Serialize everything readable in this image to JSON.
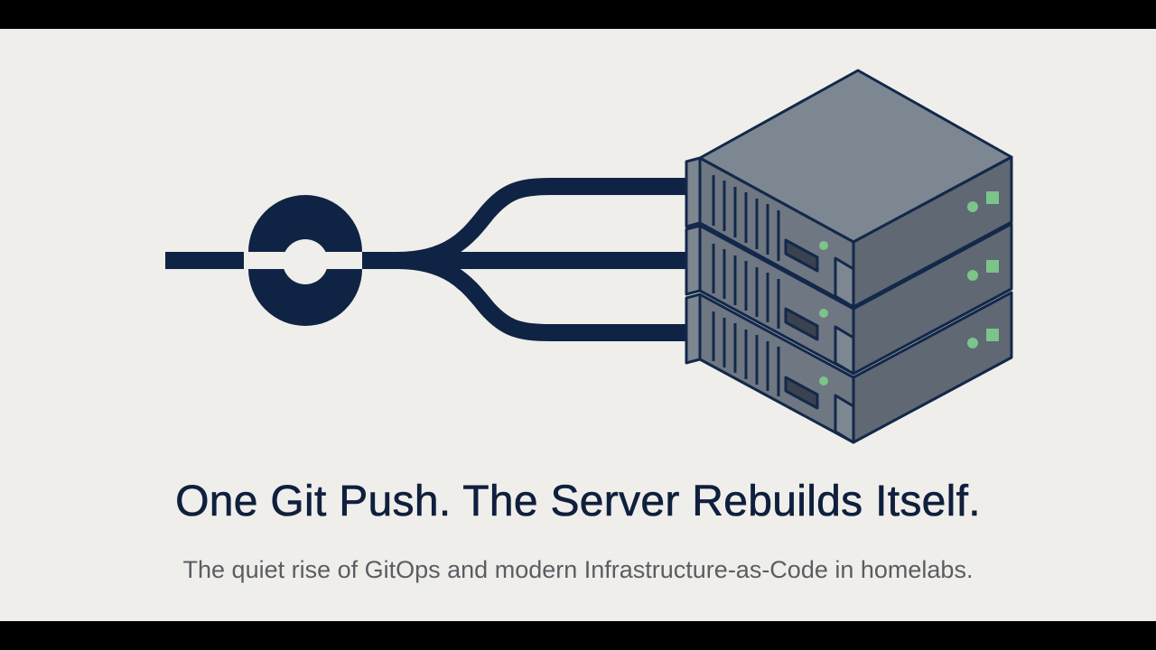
{
  "title": "One Git Push. The Server Rebuilds Itself.",
  "subtitle": "The quiet rise of GitOps and modern Infrastructure-as-Code in homelabs.",
  "illustration": {
    "icons": [
      "git-commit-icon",
      "branch-lines",
      "server-rack-icon"
    ],
    "server_count": 3
  },
  "colors": {
    "background": "#efeeea",
    "navy": "#0f2344",
    "server_top": "#7d8792",
    "server_front": "#6e7782",
    "server_side": "#5f6873",
    "led_green": "#7cc48a",
    "subtitle": "#5a5d62"
  }
}
